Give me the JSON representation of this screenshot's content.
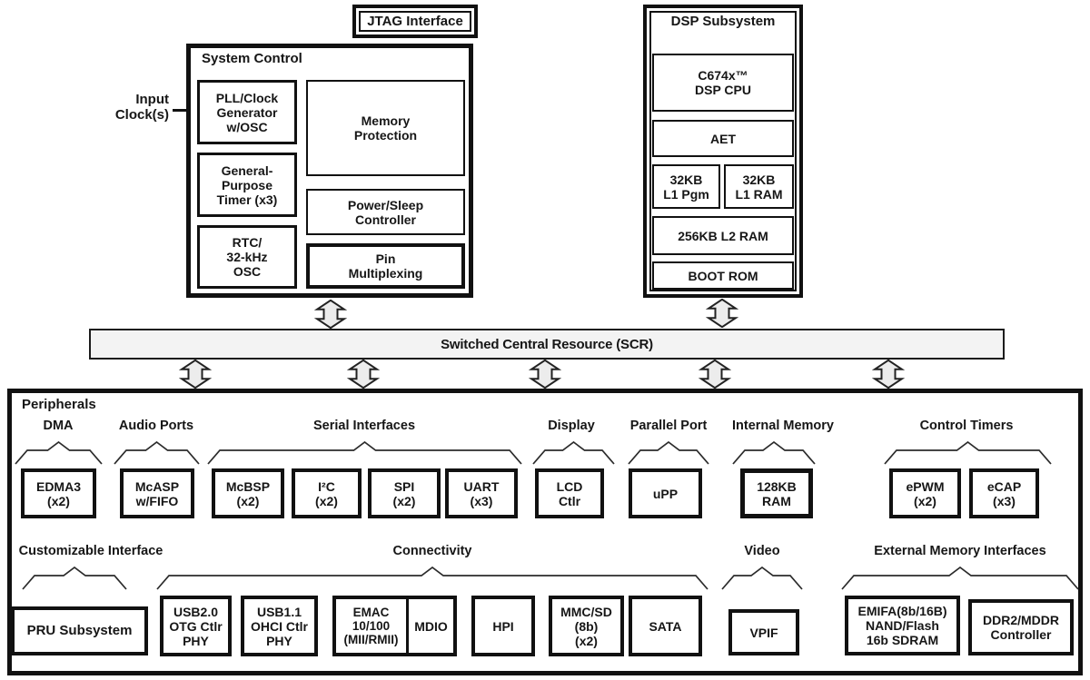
{
  "colors": {
    "border_color": "#111111",
    "scr_fill": "#f3f3f3",
    "arrow_fill": "#ececec",
    "bg": "#ffffff",
    "text_color": "#161616"
  },
  "jtag": {
    "label": "JTAG Interface"
  },
  "input_clock": {
    "label": [
      "Input",
      "Clock(s)"
    ]
  },
  "system_control": {
    "title": "System Control",
    "blocks": {
      "pll_clock": [
        "PLL/Clock",
        "Generator",
        "w/OSC"
      ],
      "memory_protection": [
        "Memory",
        "Protection"
      ],
      "gp_timer": [
        "General-",
        "Purpose",
        "Timer (x3)"
      ],
      "power_sleep": [
        "Power/Sleep",
        "Controller"
      ],
      "rtc_osc": [
        "RTC/",
        "32-kHz",
        "OSC"
      ],
      "pin_mux": [
        "Pin",
        "Multiplexing"
      ]
    }
  },
  "dsp_subsystem": {
    "title": "DSP Subsystem",
    "blocks": {
      "dsp_cpu": [
        "C674x™",
        "DSP CPU"
      ],
      "aet": [
        "AET"
      ],
      "l1_pgm": [
        "32KB",
        "L1 Pgm"
      ],
      "l1_ram": [
        "32KB",
        "L1 RAM"
      ],
      "l2_ram": [
        "256KB L2 RAM"
      ],
      "boot_rom": [
        "BOOT ROM"
      ]
    }
  },
  "scr": {
    "label": "Switched Central Resource (SCR)"
  },
  "peripherals": {
    "title": "Peripherals",
    "row1": [
      {
        "label": "DMA",
        "boxes": [
          [
            "EDMA3",
            "(x2)"
          ]
        ]
      },
      {
        "label": "Audio Ports",
        "boxes": [
          [
            "McASP",
            "w/FIFO"
          ]
        ]
      },
      {
        "label": "Serial Interfaces",
        "boxes": [
          [
            "McBSP",
            "(x2)"
          ],
          [
            "I²C",
            "(x2)"
          ],
          [
            "SPI",
            "(x2)"
          ],
          [
            "UART",
            "(x3)"
          ]
        ]
      },
      {
        "label": "Display",
        "boxes": [
          [
            "LCD",
            "Ctlr"
          ]
        ]
      },
      {
        "label": "Parallel Port",
        "boxes": [
          [
            "uPP"
          ]
        ]
      },
      {
        "label": "Internal Memory",
        "boxes": [
          [
            "128KB",
            "RAM"
          ]
        ]
      },
      {
        "label": "Control Timers",
        "boxes": [
          [
            "ePWM",
            "(x2)"
          ],
          [
            "eCAP",
            "(x3)"
          ]
        ]
      }
    ],
    "row2": [
      {
        "label": "Customizable Interface",
        "boxes": [
          [
            "PRU Subsystem"
          ]
        ]
      },
      {
        "label": "Connectivity",
        "boxes": [
          [
            "USB2.0",
            "OTG Ctlr",
            "PHY"
          ],
          [
            "USB1.1",
            "OHCI Ctlr",
            "PHY"
          ],
          [
            "EMAC",
            "10/100",
            "(MII/RMII)"
          ],
          [
            "MDIO"
          ],
          [
            "HPI"
          ],
          [
            "MMC/SD",
            "(8b)",
            "(x2)"
          ],
          [
            "SATA"
          ]
        ]
      },
      {
        "label": "Video",
        "boxes": [
          [
            "VPIF"
          ]
        ]
      },
      {
        "label": "External Memory Interfaces",
        "boxes": [
          [
            "EMIFA(8b/16B)",
            "NAND/Flash",
            "16b SDRAM"
          ],
          [
            "DDR2/MDDR",
            "Controller"
          ]
        ]
      }
    ]
  }
}
